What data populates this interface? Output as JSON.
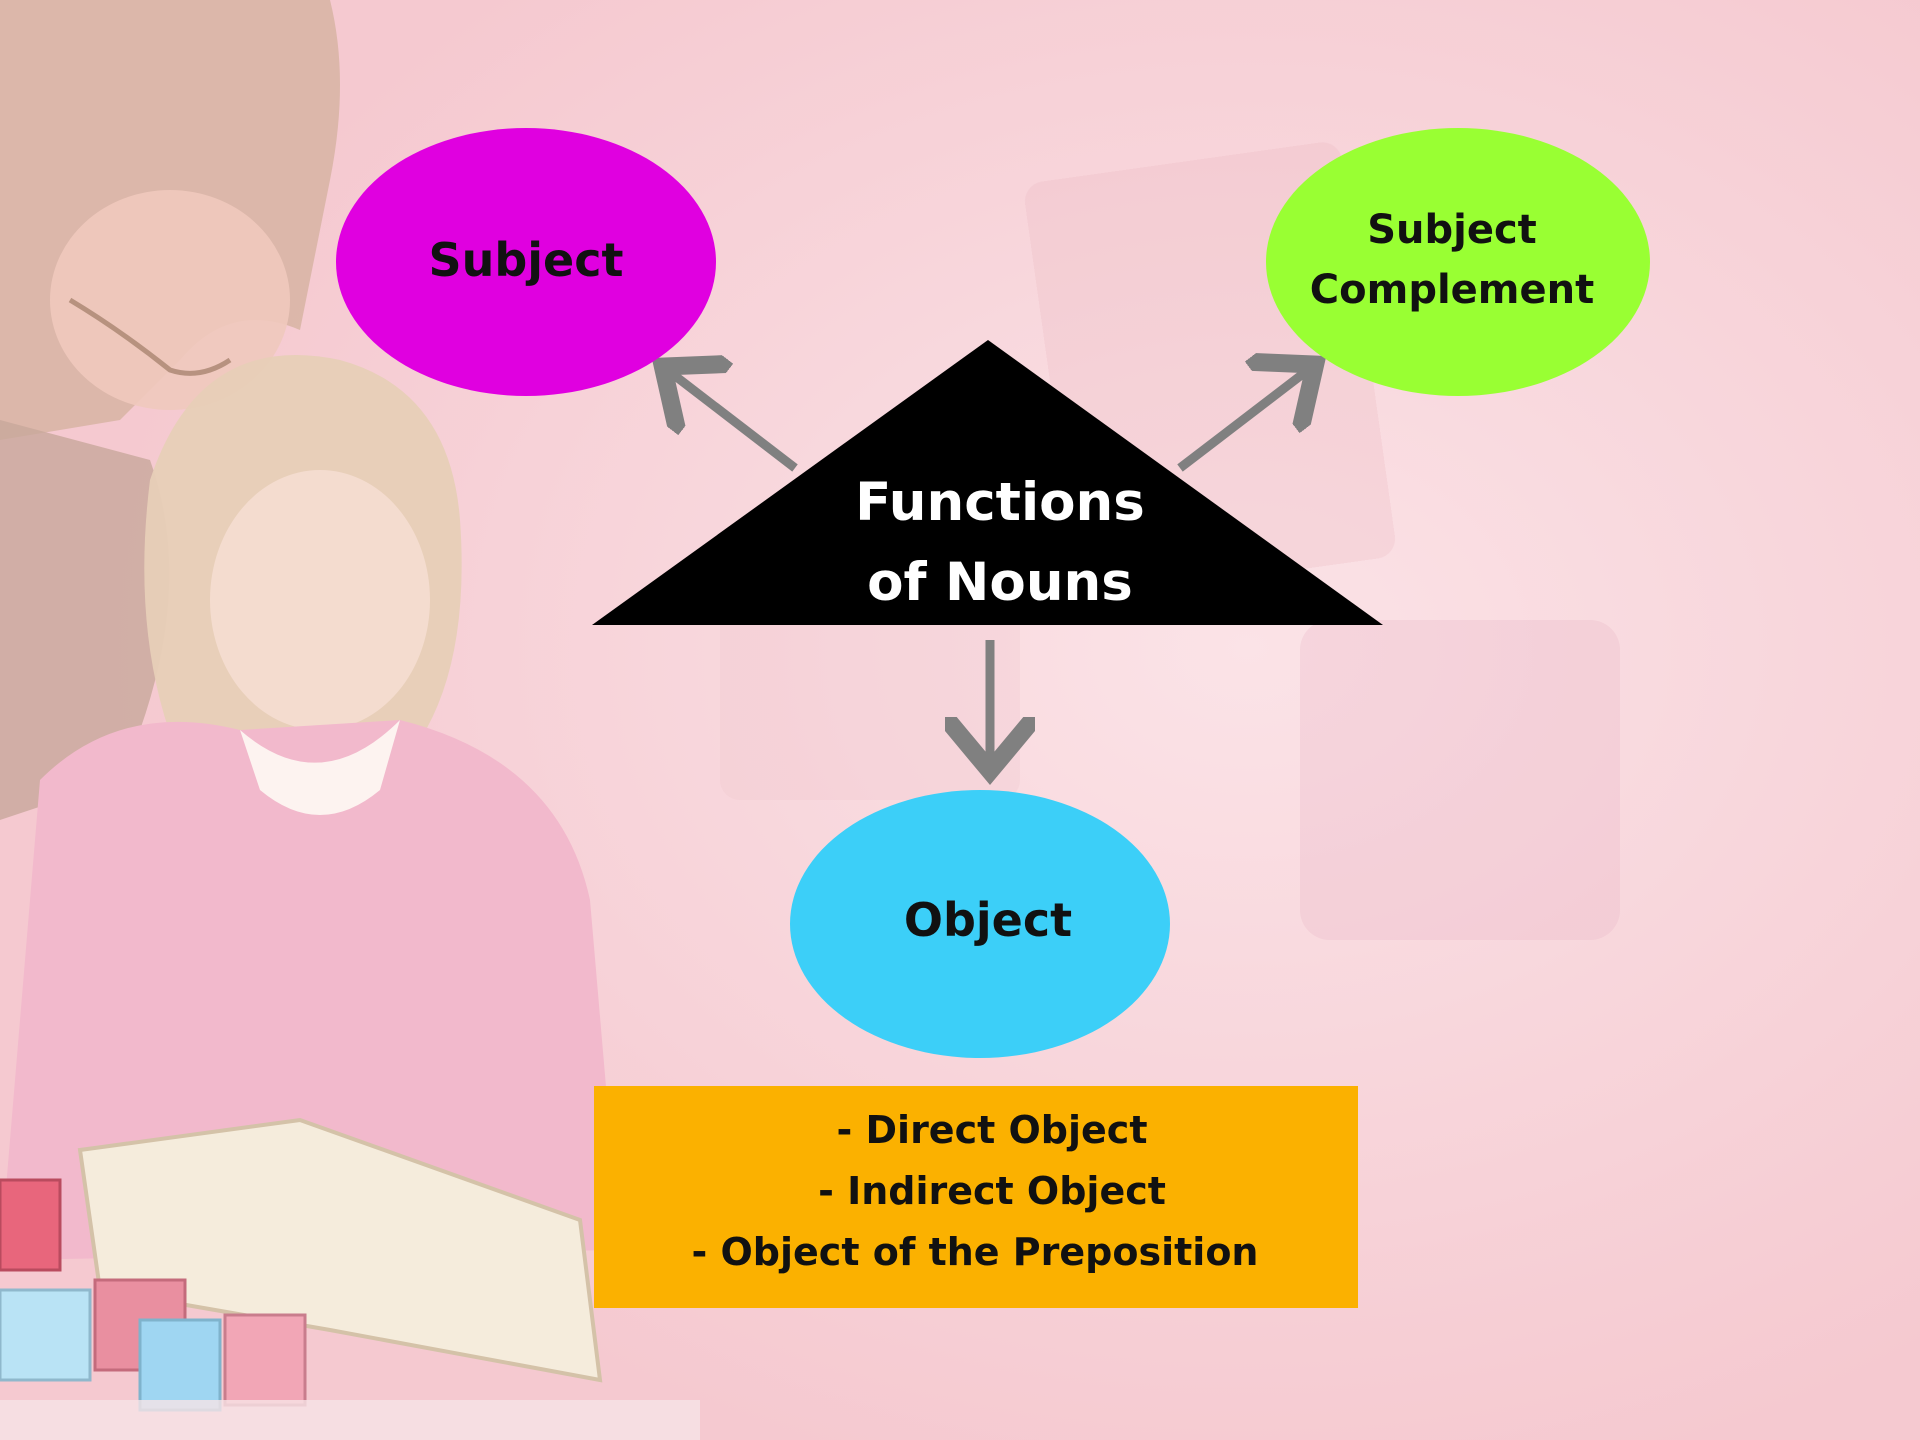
{
  "diagram": {
    "center": {
      "line1": "Functions",
      "line2": "of Nouns",
      "color": "#000000"
    },
    "nodes": {
      "subject": {
        "label": "Subject",
        "color": "#e000e0"
      },
      "subject_complement": {
        "line1": "Subject",
        "line2": "Complement",
        "color": "#99ff33"
      },
      "object": {
        "label": "Object",
        "color": "#3ccff8"
      }
    },
    "object_types": {
      "color": "#fbb100",
      "items": [
        "- Direct Object",
        "- Indirect Object",
        "- Object of the Preposition"
      ]
    },
    "arrow_color": "#808080"
  },
  "background": {
    "illustration": "woman-and-girl-reading-book",
    "color": "#f8d3d9"
  }
}
